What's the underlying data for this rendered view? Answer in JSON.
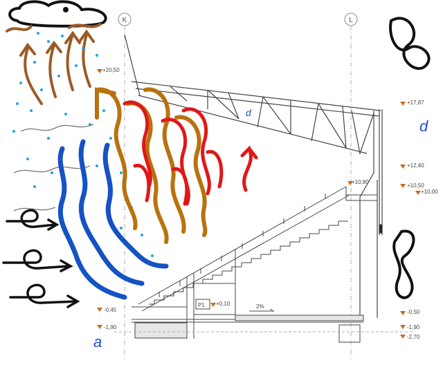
{
  "axes": {
    "left": "K",
    "right": "L"
  },
  "levels_left": [
    "+20,50",
    "-0,45",
    "-1,90"
  ],
  "levels_right": [
    "+17,87",
    "+12,40",
    "+10,80",
    "+10,50",
    "+10,00",
    "-0,50",
    "-1,90",
    "-2,70"
  ],
  "point_label": "P1",
  "point_level": "+0,10",
  "slope": "2%",
  "annotations": [
    "d",
    "d",
    "a"
  ],
  "colors": {
    "red": "#e01818",
    "orange": "#b8720e",
    "blue": "#1552c4",
    "brown": "#9a5a28",
    "cyan": "#22a3e0"
  }
}
